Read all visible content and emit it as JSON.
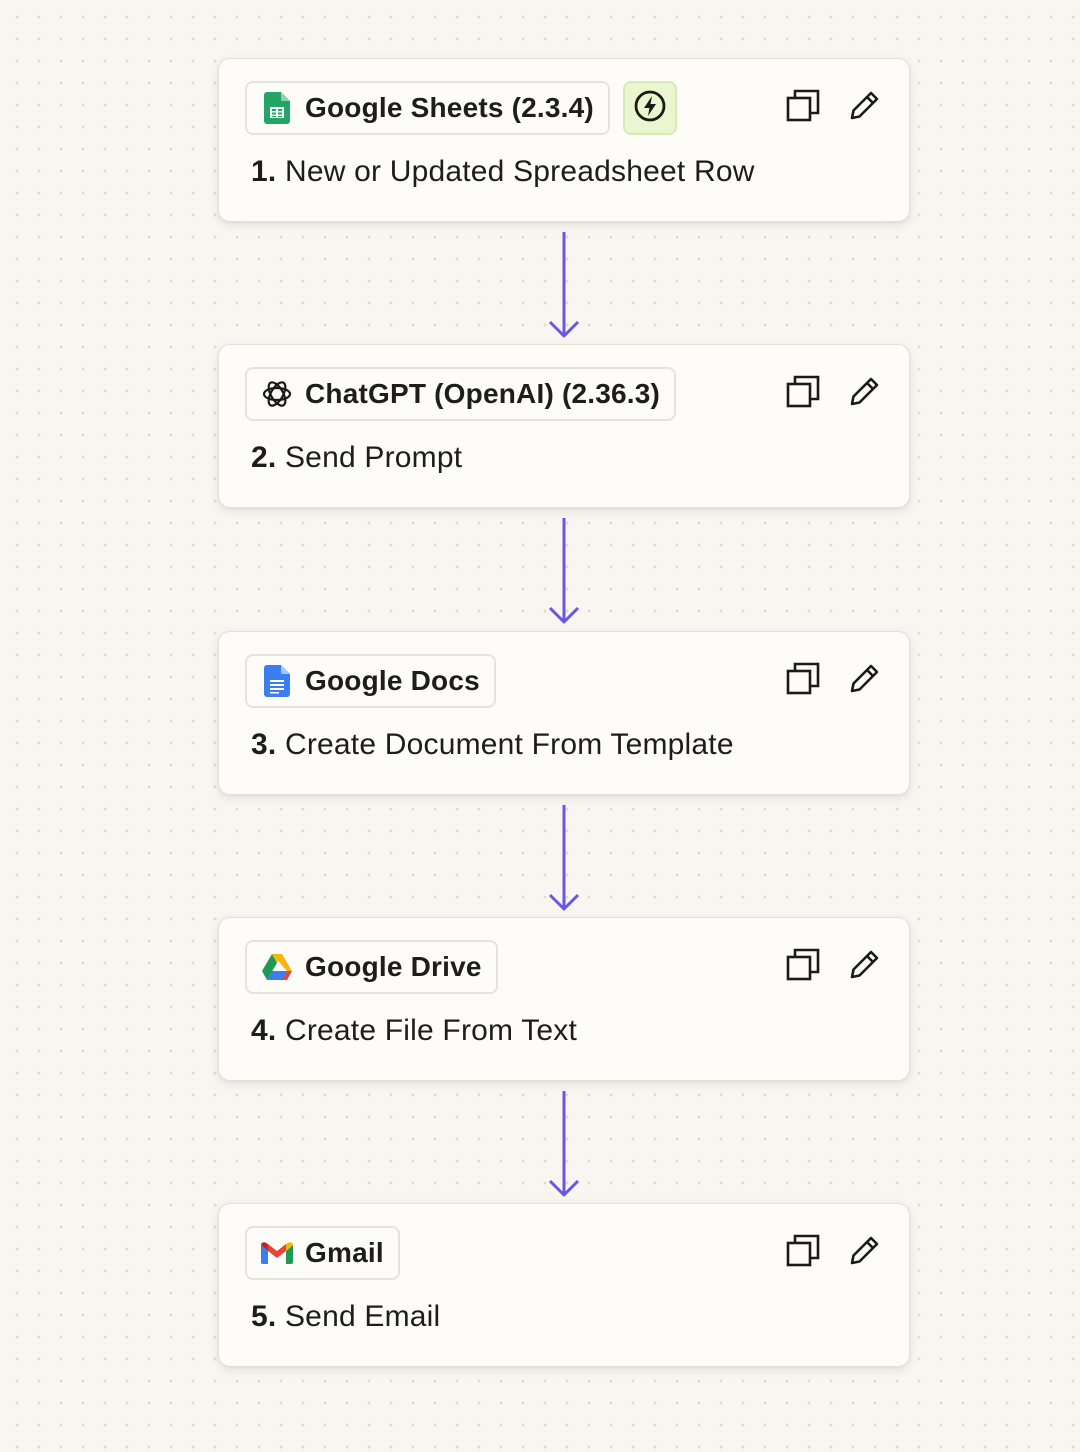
{
  "colors": {
    "background": "#f7f6f1",
    "card": "#fdfcf9",
    "connector": "#6b56e0",
    "trigger_badge": "#e9f6cf",
    "text": "#201d18"
  },
  "steps": [
    {
      "app": "Google Sheets (2.3.4)",
      "icon": "google-sheets-icon",
      "number": "1.",
      "title": "New or Updated Spreadsheet Row",
      "has_trigger_badge": true
    },
    {
      "app": "ChatGPT (OpenAI) (2.36.3)",
      "icon": "chatgpt-icon",
      "number": "2.",
      "title": "Send Prompt"
    },
    {
      "app": "Google Docs",
      "icon": "google-docs-icon",
      "number": "3.",
      "title": "Create Document From Template"
    },
    {
      "app": "Google Drive",
      "icon": "google-drive-icon",
      "number": "4.",
      "title": "Create File From Text"
    },
    {
      "app": "Gmail",
      "icon": "gmail-icon",
      "number": "5.",
      "title": "Send Email"
    }
  ],
  "actions": {
    "duplicate_icon": "copy-icon",
    "edit_icon": "pencil-icon",
    "trigger_icon": "lightning-circle-icon"
  }
}
